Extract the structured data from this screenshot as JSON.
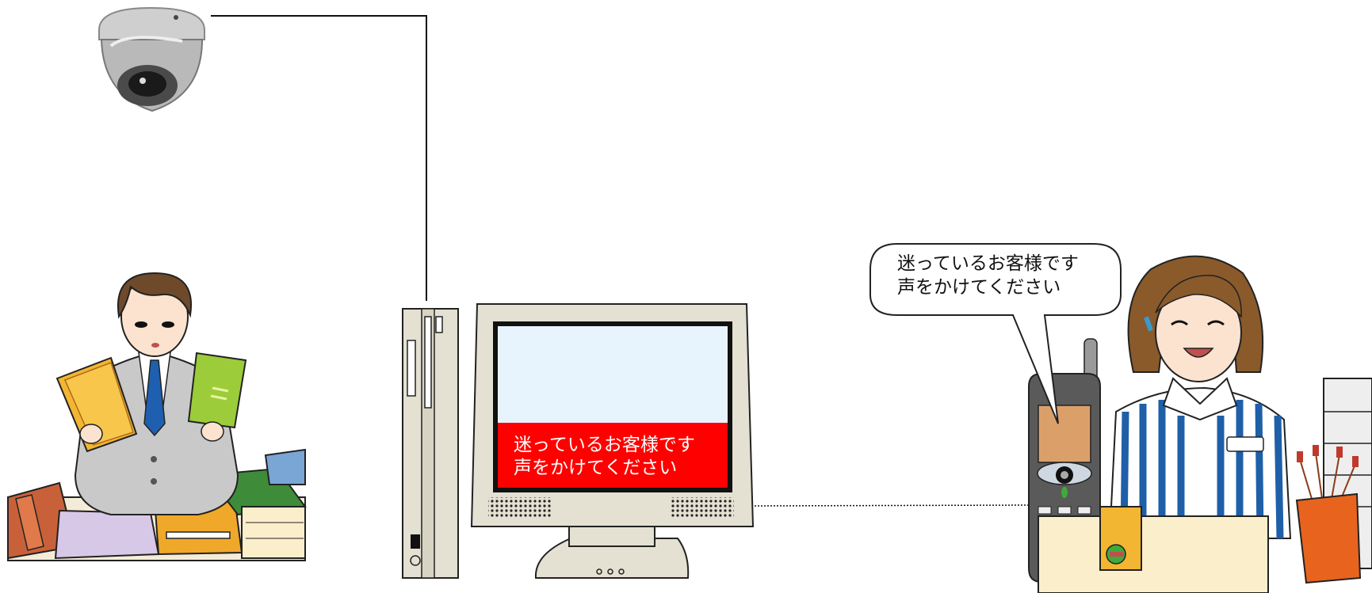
{
  "screen": {
    "line1": "迷っているお客様です",
    "line2": "声をかけてください"
  },
  "bubble": {
    "line1": "迷っているお客様です",
    "line2": "声をかけてください"
  },
  "colors": {
    "alert_red": "#ff0000",
    "screen_blue": "#e8f4fd",
    "monitor_beige": "#e4e0d2",
    "suit_gray": "#c9c9c9",
    "tie_blue": "#1f5fb0",
    "hair_brown": "#8a5a2b",
    "stripe_blue": "#1e5fa8",
    "phone_dark": "#5a5a5a",
    "phone_display": "#dba06a"
  },
  "icons": [
    "security-camera-icon",
    "customer-man-icon",
    "books-stack-icon",
    "pc-tower-icon",
    "monitor-icon",
    "mobile-phone-icon",
    "clerk-woman-icon",
    "counter-icon",
    "pen-holder-icon",
    "speech-bubble-icon"
  ]
}
